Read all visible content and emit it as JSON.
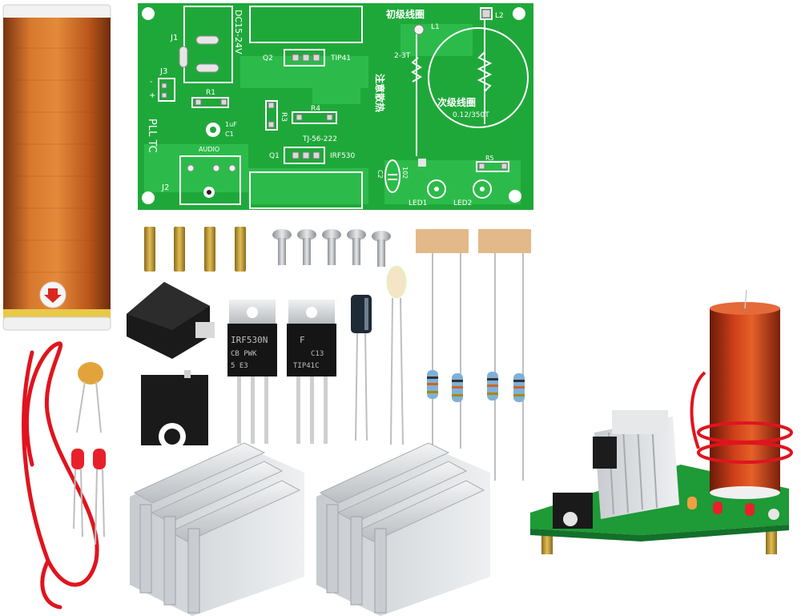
{
  "pcb": {
    "label_dc": "DC15-24V",
    "label_j1": "J1",
    "label_j2": "J2",
    "label_j3": "J3",
    "label_q1": "Q1",
    "label_q2": "Q2",
    "label_r1": "R1",
    "label_r3": "R3",
    "label_r4": "R4",
    "label_r5": "R5",
    "label_c1": "C1",
    "label_c1_value": "1uF",
    "label_c2": "C2",
    "label_audio": "AUDIO",
    "label_pll_tc": "PLL TC",
    "label_tip41": "TIP41",
    "label_irf530": "IRF530",
    "label_tj": "TJ-56-222",
    "label_heat_note": "注意散热",
    "label_primary": "初级线圈",
    "label_secondary": "次级线圈",
    "label_secondary_spec": "0.12/350T",
    "label_turns": "2-3T",
    "label_l1": "L1",
    "label_l2": "L2",
    "label_led1": "LED1",
    "label_led2": "LED2",
    "label_plus": "+",
    "label_minus": "-",
    "label_102": "102"
  },
  "components": {
    "mosfet_line1": "IRF530N",
    "mosfet_line2": "CB PWK",
    "mosfet_line3": "5 E3",
    "transistor_line1": "F",
    "transistor_line2": "C13",
    "transistor_line3": "TIP41C"
  },
  "colors": {
    "pcb_green": "#1fa83a",
    "copper": "#c8641e",
    "wire_red": "#e0141e",
    "aluminum": "#d9dcdf",
    "brass": "#c9a23a"
  }
}
